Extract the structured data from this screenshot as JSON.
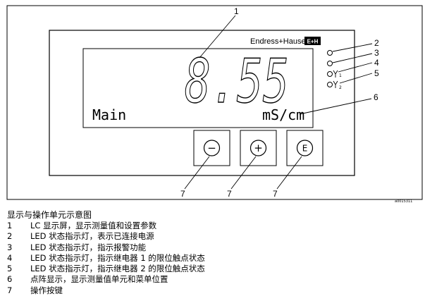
{
  "figure": {
    "brand": "Endress+Hauser",
    "logo_mark": "E+H",
    "display": {
      "value": "8.55",
      "left_label": "Main",
      "unit": "mS/cm"
    },
    "keys": [
      {
        "symbol": "−",
        "name": "minus"
      },
      {
        "symbol": "+",
        "name": "plus"
      },
      {
        "symbol": "E",
        "name": "enter"
      }
    ],
    "callouts": [
      "1",
      "2",
      "3",
      "4",
      "5",
      "6",
      "7",
      "7",
      "7"
    ],
    "led_subscripts": [
      "1",
      "2"
    ],
    "figure_id": "a0015311"
  },
  "caption": {
    "title": "显示与操作单元示意图",
    "items": [
      {
        "num": "1",
        "text": "LC 显示屏，显示测量值和设置参数"
      },
      {
        "num": "2",
        "text": "LED 状态指示灯，表示已连接电源"
      },
      {
        "num": "3",
        "text": "LED 状态指示灯，指示报警功能"
      },
      {
        "num": "4",
        "text": "LED 状态指示灯，指示继电器 1 的限位触点状态"
      },
      {
        "num": "5",
        "text": "LED 状态指示灯，指示继电器 2 的限位触点状态"
      },
      {
        "num": "6",
        "text": "点阵显示，显示测量值单元和菜单位置"
      },
      {
        "num": "7",
        "text": "操作按键"
      }
    ]
  }
}
